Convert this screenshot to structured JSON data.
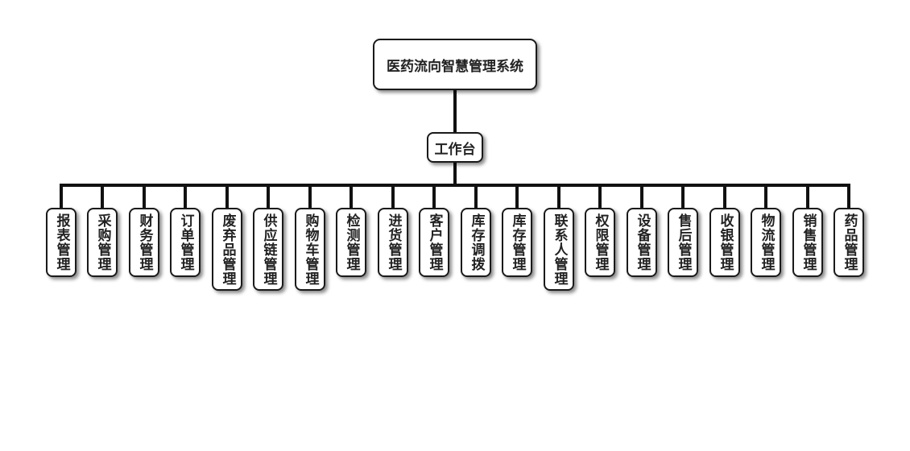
{
  "root": {
    "label": "医药流向智慧管理系统"
  },
  "hub": {
    "label": "工作台"
  },
  "modules": [
    {
      "label": "报表管理"
    },
    {
      "label": "采购管理"
    },
    {
      "label": "财务管理"
    },
    {
      "label": "订单管理"
    },
    {
      "label": "废弃品管理"
    },
    {
      "label": "供应链管理"
    },
    {
      "label": "购物车管理"
    },
    {
      "label": "检测管理"
    },
    {
      "label": "进货管理"
    },
    {
      "label": "客户管理"
    },
    {
      "label": "库存调拨"
    },
    {
      "label": "库存管理"
    },
    {
      "label": "联系人管理"
    },
    {
      "label": "权限管理"
    },
    {
      "label": "设备管理"
    },
    {
      "label": "售后管理"
    },
    {
      "label": "收银管理"
    },
    {
      "label": "物流管理"
    },
    {
      "label": "销售管理"
    },
    {
      "label": "药品管理"
    }
  ],
  "colors": {
    "line": "#111111",
    "border": "#1a1a1a",
    "text": "#222222"
  }
}
